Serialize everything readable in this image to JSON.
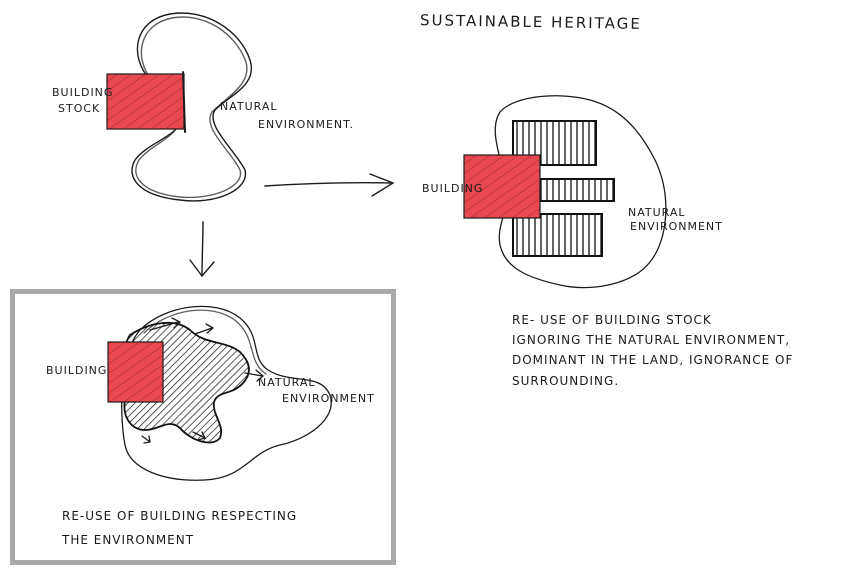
{
  "title": "Sustainable Heritage",
  "sketch1": {
    "label_building": "Building",
    "label_stock": "Stock",
    "label_natural": "Natural",
    "label_environment": "Environment."
  },
  "sketch2": {
    "label_building": "Building",
    "label_natural": "Natural",
    "label_environment": "Environment",
    "caption_lines": [
      "Re- use of building stock",
      "ignoring the natural environment,",
      "dominant in the land, ignorance of",
      "surrounding."
    ]
  },
  "sketch3": {
    "label_building": "Building",
    "label_natural": "Natural",
    "label_environment": "Environment",
    "caption_lines": [
      "Re-use of building respecting",
      "the environment"
    ]
  },
  "colors": {
    "building_fill": "#e8484f",
    "ink": "#1b1b1b",
    "frame": "#a9a9a9"
  }
}
